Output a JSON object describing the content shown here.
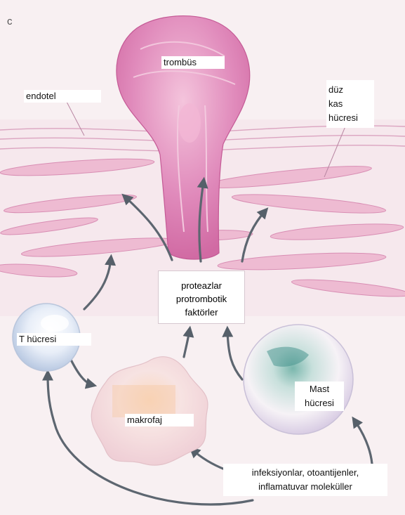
{
  "figure": {
    "panel_letter": "c",
    "labels": {
      "thrombus": "trombüs",
      "endothelium": "endotel",
      "smooth_muscle": [
        "düz",
        "kas",
        "hücresi"
      ],
      "protease_box": [
        "proteazlar",
        "protrombotik",
        "faktörler"
      ],
      "t_cell": "T hücresi",
      "macrophage": "makrofaj",
      "mast_cell": [
        "Mast",
        "hücresi"
      ],
      "stimuli": [
        "infeksiyonlar, otoantijenler,",
        "inflamatuvar moleküller"
      ]
    },
    "colors": {
      "background": "#f7eef1",
      "tissue_pink": "#e9a9c9",
      "thrombus": "#d872a9",
      "arrow": "#5d6670",
      "mast_green": "#4f9a96",
      "tcell_blue": "#c6d4e9",
      "macrophage": "#f4dde1"
    }
  }
}
